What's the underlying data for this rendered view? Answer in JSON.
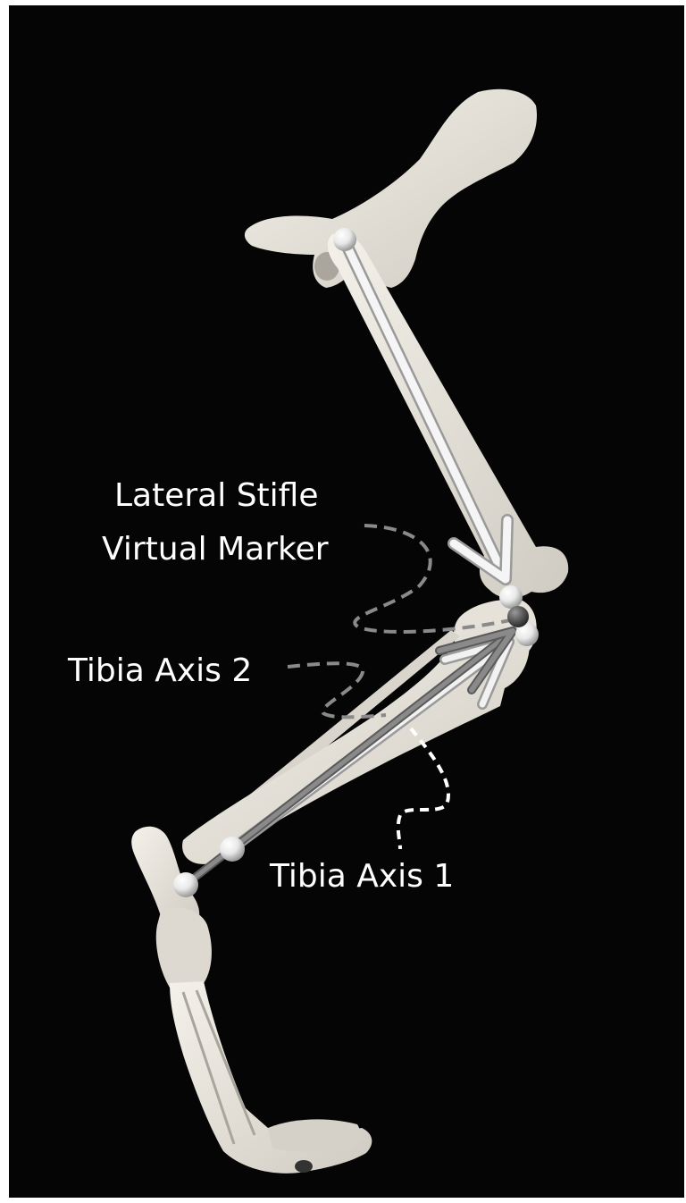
{
  "labels": {
    "lateral_stifle_line1": "Lateral Stifle",
    "lateral_stifle_line2": "Virtual Marker",
    "tibia_axis_2": "Tibia Axis 2",
    "tibia_axis_1": "Tibia Axis 1"
  },
  "colors": {
    "background": "#050505",
    "bone": "#ebe7de",
    "bone_shadow": "#b9b5ad",
    "axis_light": "#f2f2f2",
    "axis_dark": "#7a7a7a",
    "leader_gray": "#8a8a8a",
    "leader_white": "#ffffff",
    "virtual_marker": "#555555"
  }
}
